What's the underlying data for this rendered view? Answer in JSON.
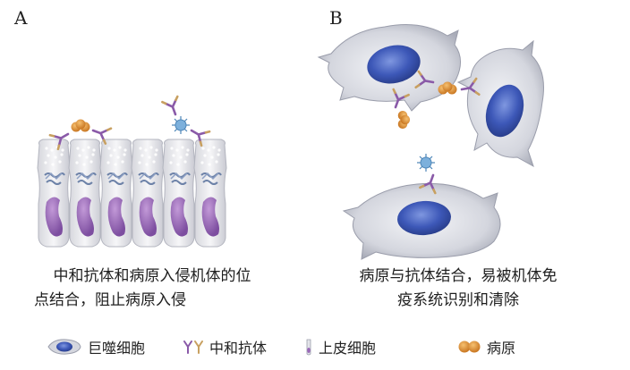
{
  "panel_a": {
    "letter": "A",
    "caption_line1": "中和抗体和病原入侵机体的位",
    "caption_line2": "点结合，阻止病原入侵"
  },
  "panel_b": {
    "letter": "B",
    "caption_line1": "病原与抗体结合，易被机体免",
    "caption_line2": "疫系统识别和清除"
  },
  "legend": [
    {
      "icon": "macrophage-icon",
      "label": "巨噬细胞"
    },
    {
      "icon": "antibody-icon",
      "label": "中和抗体"
    },
    {
      "icon": "epithelial-cell-icon",
      "label": "上皮细胞"
    },
    {
      "icon": "pathogen-icon",
      "label": "病原"
    }
  ],
  "colors": {
    "nucleus_blue": "#3d58b8",
    "cell_body_gray": "#d9dbe2",
    "pathogen_orange": "#e0913e",
    "epithelial_nucleus_purple": "#9a68b8",
    "antibody_purple": "#8a5aa8",
    "antibody_gold": "#c8a060",
    "virus_blue": "#6aa0d0"
  }
}
